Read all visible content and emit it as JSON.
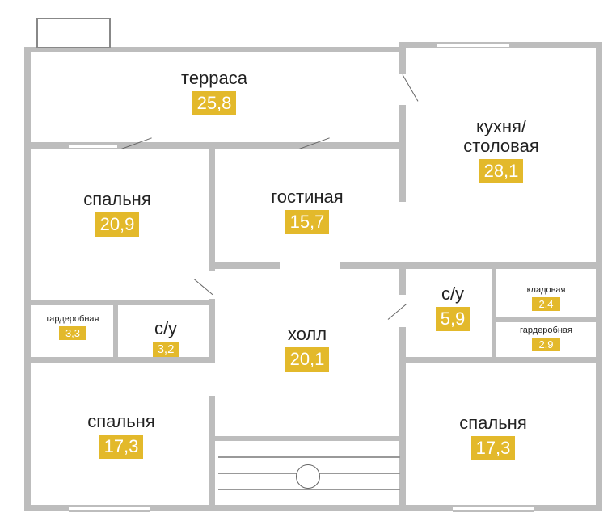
{
  "rooms": [
    {
      "name": "терраса",
      "area": "25,8"
    },
    {
      "name": "кухня/\nстоловая",
      "area": "28,1"
    },
    {
      "name": "спальня",
      "area": "20,9"
    },
    {
      "name": "гостиная",
      "area": "15,7"
    },
    {
      "name": "гардеробная",
      "area": "3,3"
    },
    {
      "name": "с/у",
      "area": "3,2"
    },
    {
      "name": "холл",
      "area": "20,1"
    },
    {
      "name": "с/у",
      "area": "5,9"
    },
    {
      "name": "кладовая",
      "area": "2,4"
    },
    {
      "name": "гардеробная",
      "area": "2,9"
    },
    {
      "name": "спальня",
      "area": "17,3"
    },
    {
      "name": "спальня",
      "area": "17,3"
    }
  ],
  "colors": {
    "wall": "#bdbdbd",
    "badge": "#e3b92b"
  }
}
